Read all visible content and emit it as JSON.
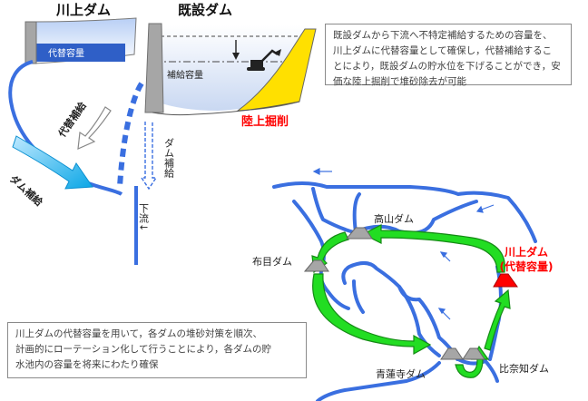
{
  "top": {
    "kawakami_dam_title": "川上ダム",
    "existing_dam_title": "既設ダム",
    "substitute_capacity_label": "代替容量",
    "supply_capacity_label": "補給容量",
    "alternative_supply_label": "代替補給",
    "dam_supply_label_left": "ダム補給",
    "dam_supply_label_right": "ダム補給",
    "land_excavation_label": "陸上掘削",
    "downstream_label": "下流↓",
    "note": "既設ダムから下流へ不特定補給するための容量を、\n川上ダムに代替容量として確保し，代替補給するこ\nとにより，既設ダムの貯水位を下げることができ，安\n価な陸上掘削で堆砂除去が可能"
  },
  "map": {
    "takayama_dam": "高山ダム",
    "nunome_dam": "布目ダム",
    "kawakami_dam": "川上ダム",
    "kawakami_dam_sub": "(代替容量)",
    "shorenji_dam": "青蓮寺ダム",
    "hinachi_dam": "比奈知ダム"
  },
  "bottom_note": "川上ダムの代替容量を用いて，各ダムの堆砂対策を順次、\n計画的にローテーション化して行うことにより，各ダムの貯\n水池内の容量を将来にわたり確保",
  "colors": {
    "river": "#3a6fe0",
    "arrow_green": "#22dd22",
    "accent_red": "#ff0000",
    "sediment_yellow": "#ffe000",
    "dam_gray": "#a6a6a6"
  }
}
